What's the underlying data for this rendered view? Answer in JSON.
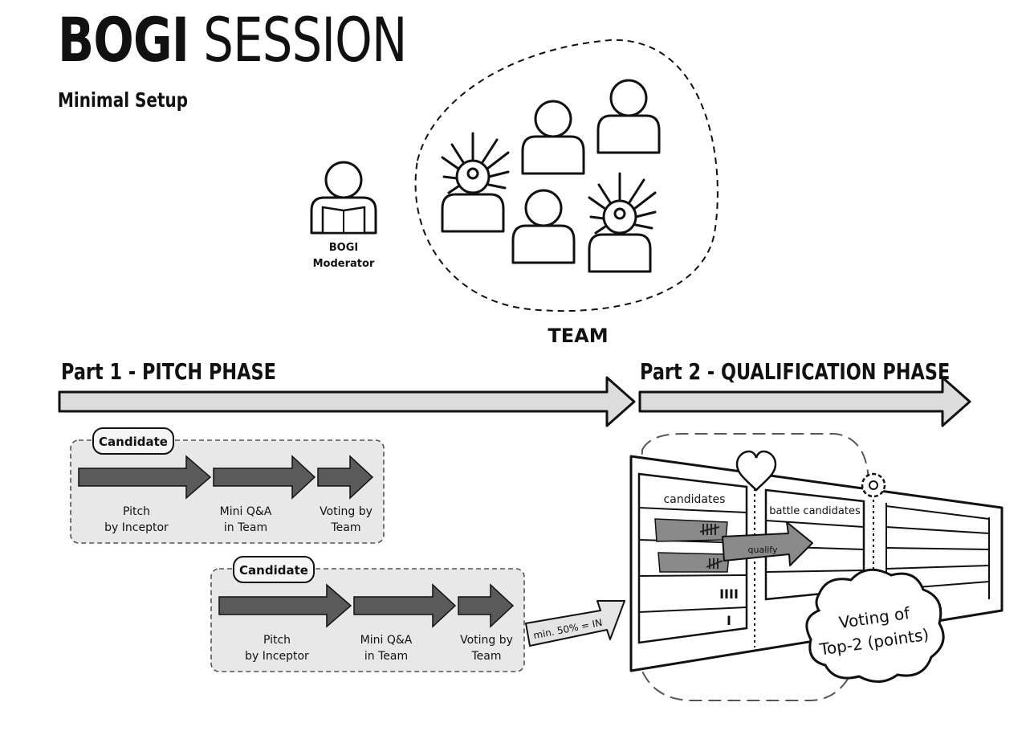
{
  "header": {
    "title_bold": "BOGI",
    "title_light": "SESSION",
    "subtitle": "Minimal Setup"
  },
  "people": {
    "moderator_line1": "BOGI",
    "moderator_line2": "Moderator",
    "team_label": "TEAM"
  },
  "phases": {
    "part1": "Part 1 - PITCH PHASE",
    "part2": "Part 2 - QUALIFICATION PHASE"
  },
  "candidate_boxes": [
    {
      "badge": "Candidate",
      "steps": [
        {
          "line1": "Pitch",
          "line2": "by Inceptor"
        },
        {
          "line1": "Mini Q&A",
          "line2": "in Team"
        },
        {
          "line1": "Voting by",
          "line2": "Team"
        }
      ]
    },
    {
      "badge": "Candidate",
      "steps": [
        {
          "line1": "Pitch",
          "line2": "by Inceptor"
        },
        {
          "line1": "Mini Q&A",
          "line2": "in Team"
        },
        {
          "line1": "Voting by",
          "line2": "Team"
        }
      ]
    }
  ],
  "qualification": {
    "threshold": "min. 50% = IN",
    "candidates_header": "candidates",
    "battle_header": "battle candidates",
    "qualify": "qualify",
    "tally_3": "IIII",
    "tally_4": "I",
    "cloud_line1": "Voting of",
    "cloud_line2": "Top-2 (points)"
  },
  "colors": {
    "arrow_fill": "#5a5a5a",
    "box_fill": "#e8e8e8",
    "phase_arrow_fill": "#dcdcdc",
    "stroke": "#111111"
  }
}
